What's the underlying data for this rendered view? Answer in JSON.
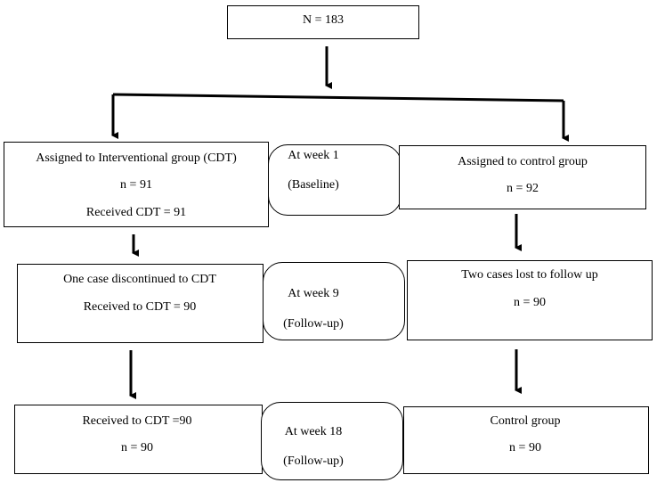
{
  "top": {
    "label": "N = 183"
  },
  "row1": {
    "left": {
      "line1": "Assigned to Interventional group (CDT)",
      "line2": "n = 91",
      "line3": "Received CDT = 91"
    },
    "middle": {
      "line1": "At week 1",
      "line2": "(Baseline)"
    },
    "right": {
      "line1": "Assigned to control group",
      "line2": "n = 92"
    }
  },
  "row2": {
    "left": {
      "line1": "One case discontinued to CDT",
      "line2": "Received to CDT = 90"
    },
    "middle": {
      "line1": "At week 9",
      "line2": "(Follow-up)"
    },
    "right": {
      "line1": "Two cases lost to follow up",
      "line2": "n = 90"
    }
  },
  "row3": {
    "left": {
      "line1": "Received to CDT =90",
      "line2": "n = 90"
    },
    "middle": {
      "line1": "At week 18",
      "line2": "(Follow-up)"
    },
    "right": {
      "line1": "Control group",
      "line2": "n = 90"
    }
  }
}
